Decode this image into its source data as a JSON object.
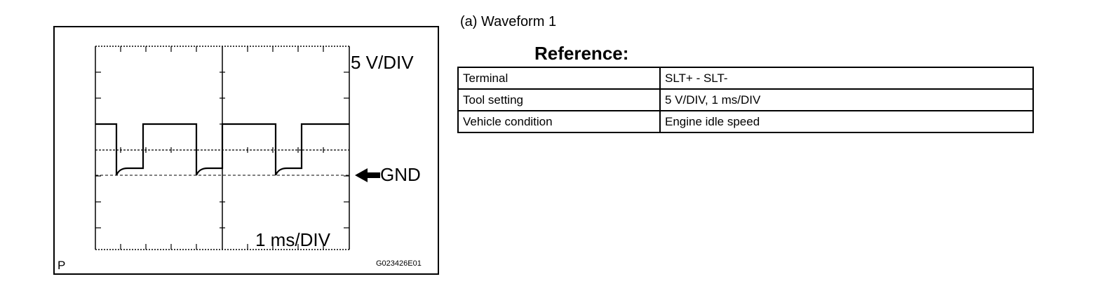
{
  "section_title": "(a) Waveform 1",
  "figure": {
    "volts_per_div_label": "5 V/DIV",
    "gnd_label": "GND",
    "time_per_div_label": "1 ms/DIV",
    "panel_letter": "P",
    "figure_id": "G023426E01"
  },
  "reference": {
    "heading": "Reference:",
    "rows": [
      {
        "label": "Terminal",
        "value": "SLT+ - SLT-"
      },
      {
        "label": "Tool setting",
        "value": "5 V/DIV, 1 ms/DIV"
      },
      {
        "label": "Vehicle condition",
        "value": "Engine idle speed"
      }
    ]
  }
}
